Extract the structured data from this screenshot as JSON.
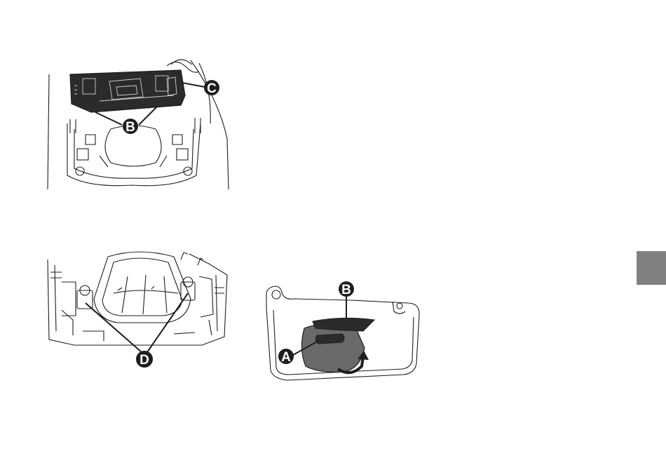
{
  "figures": {
    "overhead_console": {
      "callouts": {
        "b": "B",
        "c": "C"
      }
    },
    "console_lamps": {
      "callouts": {
        "d": "D"
      }
    },
    "sun_visor": {
      "callouts": {
        "a": "A",
        "b": "B"
      }
    }
  },
  "colors": {
    "line": "#1e1e1e",
    "dark_part": "#2b2b2b",
    "section_tab": "#808080"
  }
}
